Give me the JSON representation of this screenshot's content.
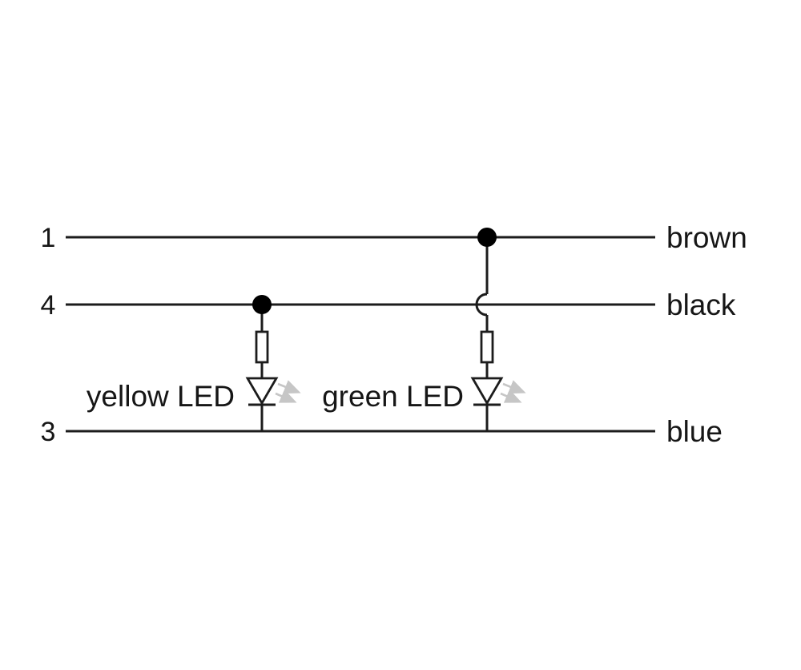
{
  "diagram": {
    "pins": [
      {
        "number": "1",
        "color_name": "brown"
      },
      {
        "number": "4",
        "color_name": "black"
      },
      {
        "number": "3",
        "color_name": "blue"
      }
    ],
    "leds": [
      {
        "label": "yellow LED"
      },
      {
        "label": "green LED"
      }
    ],
    "colors": {
      "wire": "#1c1c1c",
      "junction_dot": "#000000",
      "emission_arrow": "#c6c6c6",
      "background": "#ffffff"
    }
  }
}
